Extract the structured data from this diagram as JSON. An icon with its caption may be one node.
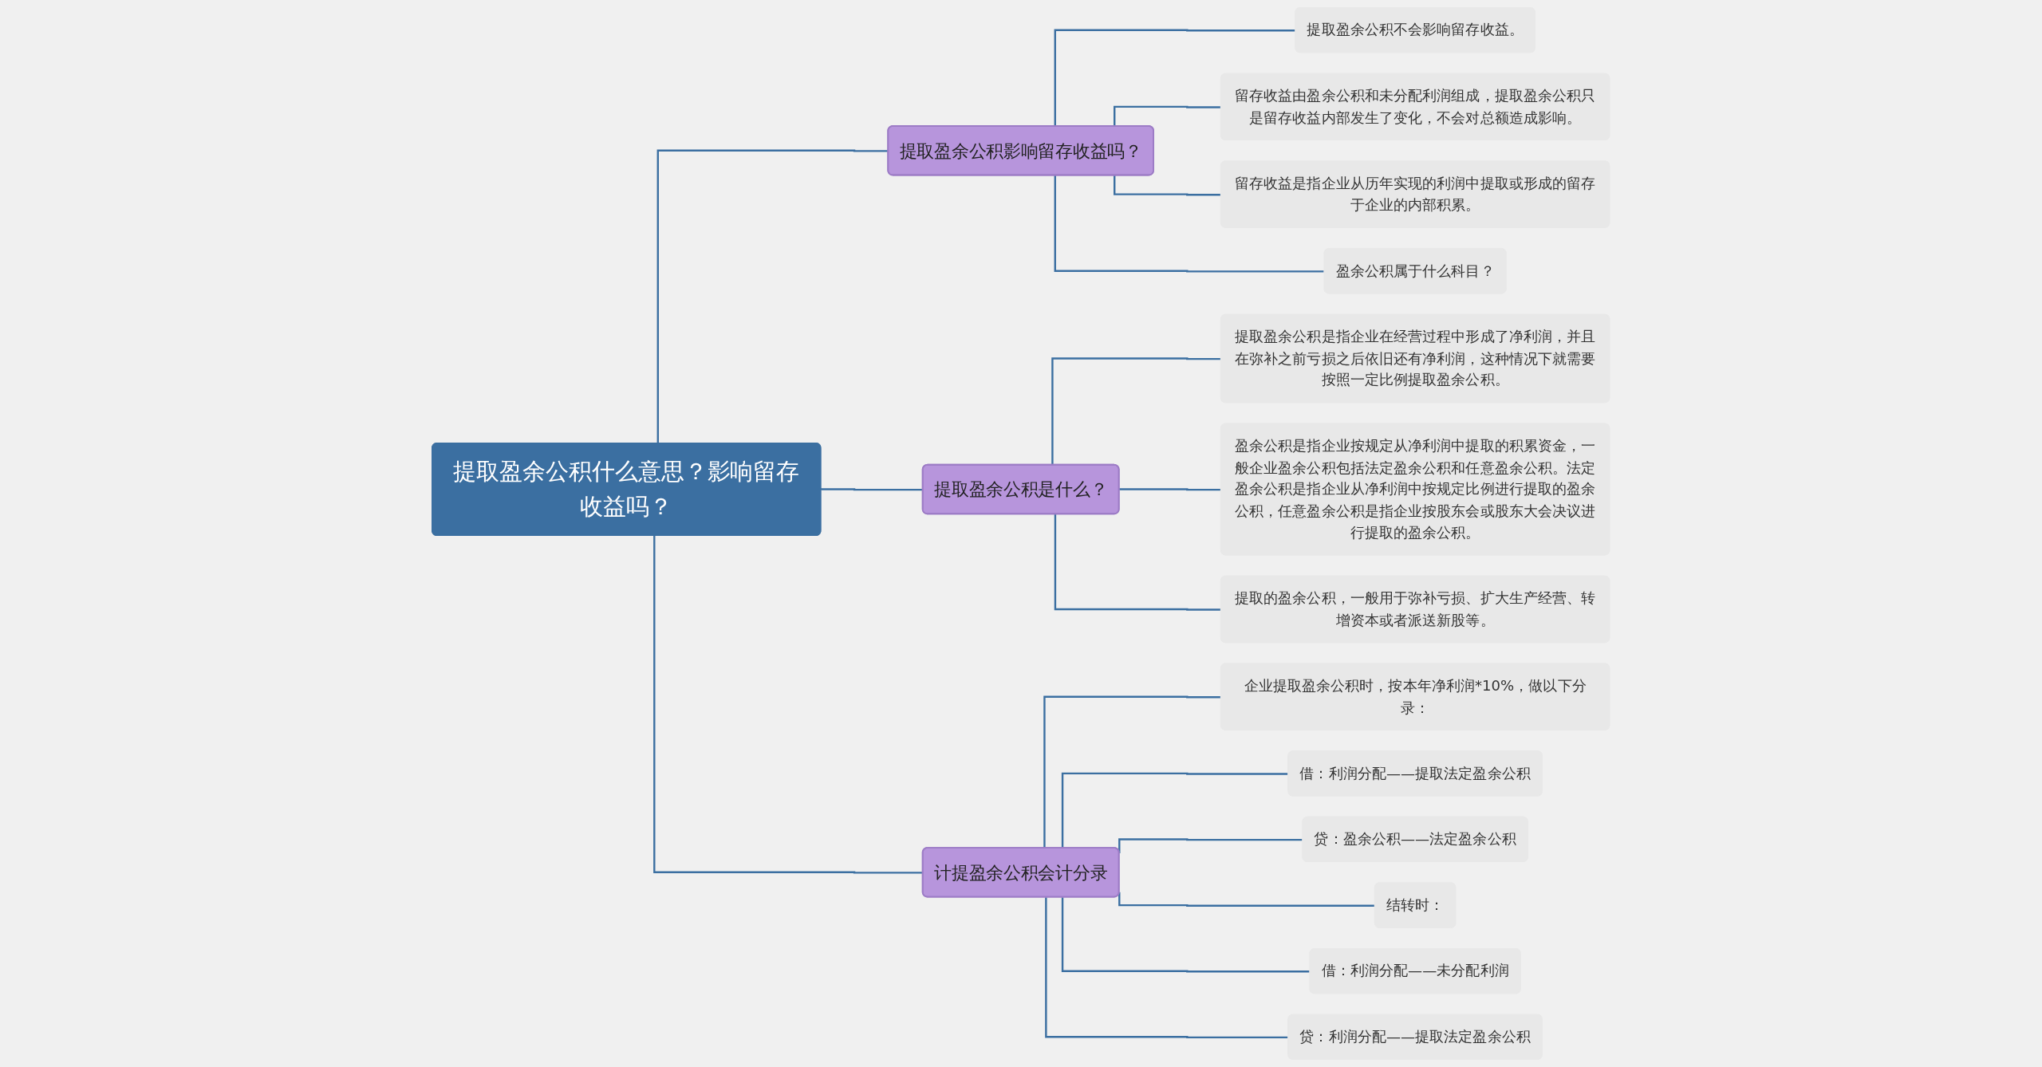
{
  "diagram": {
    "nodes": [
      {
        "text": [
          "提取盈余公积什么意思？影响留存收益吗？"
        ]
      },
      {
        "text": [
          "提取盈余公积影响留存收益吗？"
        ]
      },
      {
        "text": [
          "提取盈余公积不会影响留存收益。"
        ]
      },
      {
        "text": [
          "留存收益由盈余公积和未分配利润组成，提取盈余公积只是留存收益内部发生了变化，不会对总额造成影响。"
        ]
      },
      {
        "text": [
          "留存收益是指企业从历年实现的利润中提取或形成的留存于企业的内部积累。"
        ]
      },
      {
        "text": [
          "盈余公积属于什么科目？"
        ]
      },
      {
        "text": [
          "提取盈余公积是什么？"
        ]
      },
      {
        "text": [
          "提取盈余公积是指企业在经营过程中形成了净利润，并且在弥补之前亏损之后依旧还有净利润，这种情况下就需要按照一定比例提取盈余公积。"
        ]
      },
      {
        "text": [
          "盈余公积是指企业按规定从净利润中提取的积累资金，一般企业盈余公积包括法定盈余公积和任意盈余公积。法定盈余公积是指企业从净利润中按规定比例进行提取的盈余公积，任意盈余公积是指企业按股东会或股东大会决议进行提取的盈余公积。"
        ]
      },
      {
        "text": [
          "提取的盈余公积，一般用于弥补亏损、扩大生产经营、转增资本或者派送新股等。"
        ]
      },
      {
        "text": [
          "计提盈余公积会计分录"
        ]
      },
      {
        "text": [
          "企业提取盈余公积时，按本年净利润*10%，做以下分录："
        ]
      },
      {
        "text": [
          "借：利润分配——提取法定盈余公积"
        ]
      },
      {
        "text": [
          "贷：盈余公积——法定盈余公积"
        ]
      },
      {
        "text": [
          "结转时："
        ]
      },
      {
        "text": [
          "借：利润分配——未分配利润"
        ]
      },
      {
        "text": [
          "贷：利润分配——提取法定盈余公积"
        ]
      }
    ],
    "edges": [
      {
        "from": 0,
        "to": 1,
        "arrow": "none"
      },
      {
        "from": 1,
        "to": 2,
        "arrow": "none"
      },
      {
        "from": 1,
        "to": 3,
        "arrow": "none"
      },
      {
        "from": 1,
        "to": 4,
        "arrow": "none"
      },
      {
        "from": 1,
        "to": 5,
        "arrow": "none"
      },
      {
        "from": 0,
        "to": 6,
        "arrow": "none"
      },
      {
        "from": 6,
        "to": 7,
        "arrow": "none"
      },
      {
        "from": 6,
        "to": 8,
        "arrow": "none"
      },
      {
        "from": 6,
        "to": 9,
        "arrow": "none"
      },
      {
        "from": 0,
        "to": 10,
        "arrow": "none"
      },
      {
        "from": 10,
        "to": 11,
        "arrow": "none"
      },
      {
        "from": 10,
        "to": 12,
        "arrow": "none"
      },
      {
        "from": 10,
        "to": 13,
        "arrow": "none"
      },
      {
        "from": 10,
        "to": 14,
        "arrow": "none"
      },
      {
        "from": 10,
        "to": 15,
        "arrow": "none"
      },
      {
        "from": 10,
        "to": 16,
        "arrow": "none"
      }
    ]
  }
}
